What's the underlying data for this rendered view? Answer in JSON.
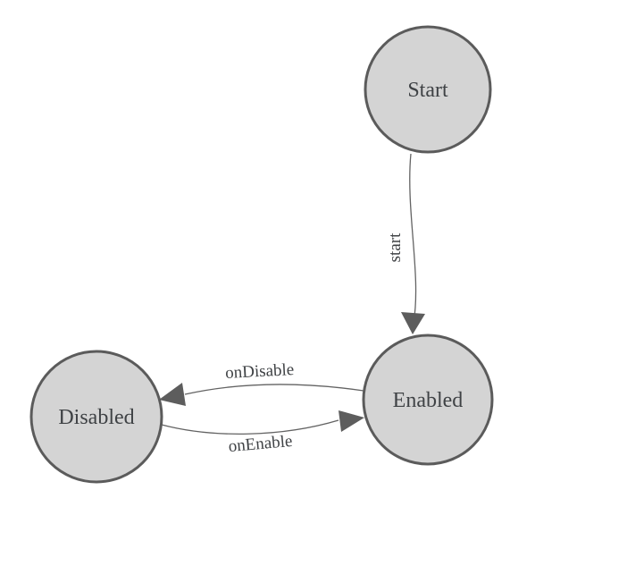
{
  "diagram": {
    "type": "state-machine",
    "nodes": [
      {
        "id": "start",
        "label": "Start"
      },
      {
        "id": "enabled",
        "label": "Enabled"
      },
      {
        "id": "disabled",
        "label": "Disabled"
      }
    ],
    "edges": [
      {
        "from": "Start",
        "to": "Enabled",
        "label": "start"
      },
      {
        "from": "Enabled",
        "to": "Disabled",
        "label": "onDisable"
      },
      {
        "from": "Disabled",
        "to": "Enabled",
        "label": "onEnable"
      }
    ],
    "colors": {
      "background": "#ffffff",
      "node_fill": "#d4d4d4",
      "node_border": "#5b5b5b",
      "edge_line": "#636363",
      "arrow_fill": "#5d5d5d",
      "text": "#3f4245"
    }
  }
}
